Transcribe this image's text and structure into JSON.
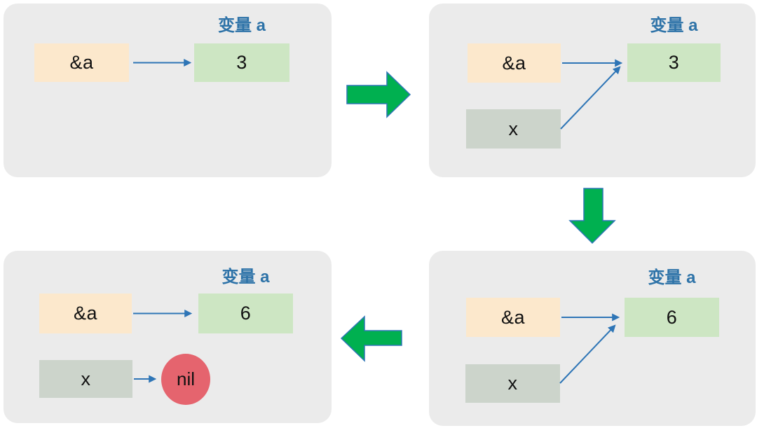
{
  "colors": {
    "canvas_bg": "#ffffff",
    "panel_bg": "#ebebeb",
    "pointer_box": "#fce8cc",
    "value_box": "#cde6c3",
    "x_box": "#ccd4cb",
    "nil_circle": "#e5646e",
    "variable_label_blue": "#2e73a8",
    "connector_arrow_blue": "#2e75b6",
    "flow_arrow_green": "#00b050"
  },
  "panels": [
    {
      "step": "1",
      "variable_label": "变量 a",
      "pointer_label": "&a",
      "value": "3",
      "connections": [
        "&a → 3"
      ]
    },
    {
      "step": "2",
      "variable_label": "变量 a",
      "pointer_label": "&a",
      "value": "3",
      "x_label": "x",
      "connections": [
        "&a → 3",
        "x → 3"
      ]
    },
    {
      "step": "3",
      "variable_label": "变量 a",
      "pointer_label": "&a",
      "value": "6",
      "x_label": "x",
      "connections": [
        "&a → 6",
        "x → 6"
      ]
    },
    {
      "step": "4",
      "variable_label": "变量 a",
      "pointer_label": "&a",
      "value": "6",
      "x_label": "x",
      "nil_label": "nil",
      "connections": [
        "&a → 6",
        "x → nil"
      ]
    }
  ],
  "flow_arrows": [
    {
      "direction": "right",
      "from_step": "1",
      "to_step": "2"
    },
    {
      "direction": "down",
      "from_step": "2",
      "to_step": "3"
    },
    {
      "direction": "left",
      "from_step": "3",
      "to_step": "4"
    }
  ]
}
